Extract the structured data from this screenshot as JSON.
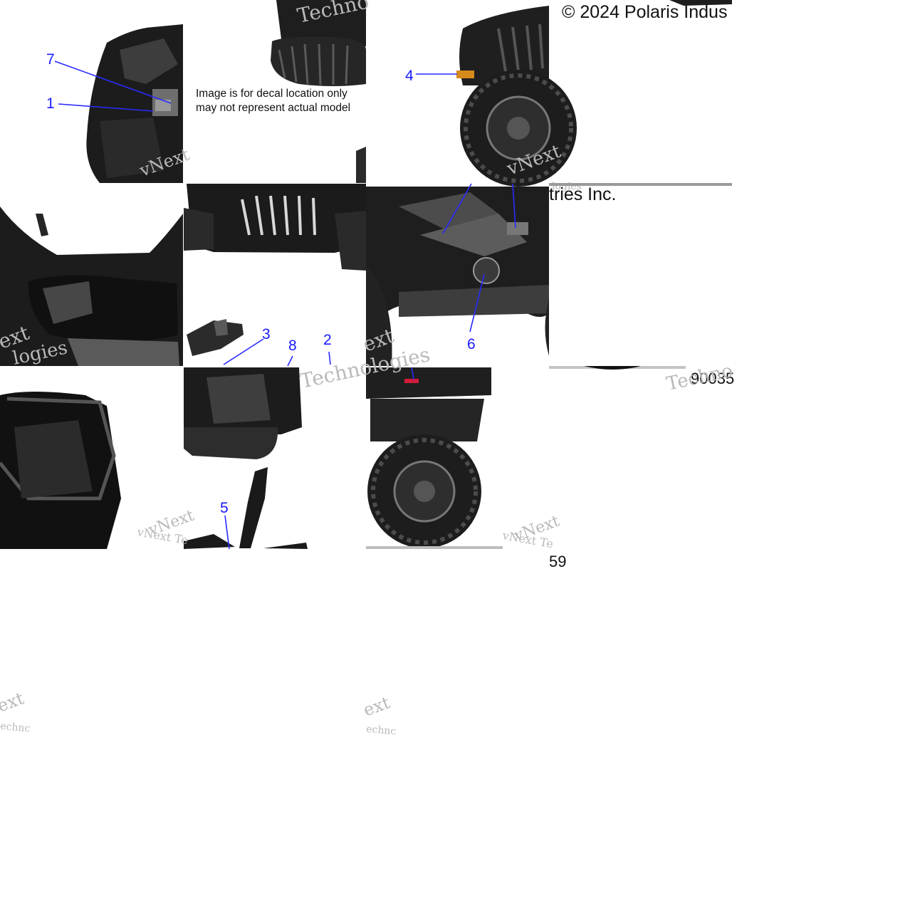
{
  "note": {
    "line1": "Image is for decal location only",
    "line2": "may not represent actual model"
  },
  "copyright": {
    "part1": "© 2024 Polaris Indus",
    "part2": "tries Inc."
  },
  "figure_number": {
    "part1": "90035",
    "part2": "59"
  },
  "watermarks": {
    "tech": "Techno",
    "vnext": "vNext",
    "vnext_te": "vNext Te",
    "logies": "logies",
    "ext": "ext",
    "technologies": "Technologies",
    "techno_short": "echnc"
  },
  "callouts": [
    "7",
    "1",
    "4",
    "3",
    "8",
    "2",
    "6",
    "5"
  ],
  "colors": {
    "callout": "#1a1aff",
    "vehicle_dark": "#1c1c1c",
    "vehicle_mid": "#444444",
    "vehicle_light": "#8a8a8a",
    "reflector_amber": "#d68a1c",
    "reflector_red": "#d41c3a"
  }
}
